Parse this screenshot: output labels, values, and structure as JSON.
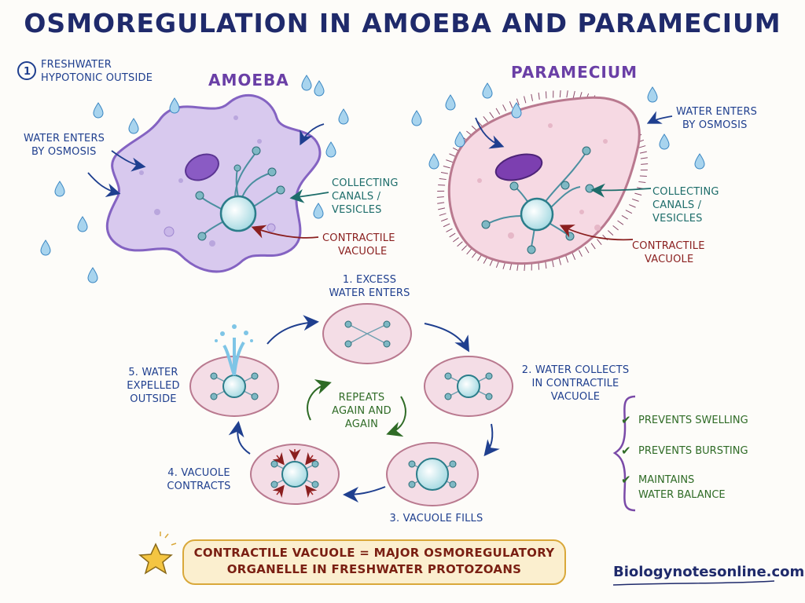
{
  "title": "OSMOREGULATION IN AMOEBA AND PARAMECIUM",
  "intro": {
    "number": "1",
    "line1": "FRESHWATER",
    "line2": "HYPOTONIC OUTSIDE"
  },
  "amoeba": {
    "name": "AMOEBA",
    "water_label": [
      "WATER ENTERS",
      "BY OSMOSIS"
    ],
    "canals_label": [
      "COLLECTING",
      "CANALS /",
      "VESICLES"
    ],
    "vacuole_label": [
      "CONTRACTILE",
      "VACUOLE"
    ]
  },
  "paramecium": {
    "name": "PARAMECIUM",
    "water_label": [
      "WATER ENTERS",
      "BY OSMOSIS"
    ],
    "canals_label": [
      "COLLECTING",
      "CANALS /",
      "VESICLES"
    ],
    "vacuole_label": [
      "CONTRACTILE",
      "VACUOLE"
    ]
  },
  "cycle": {
    "center": [
      "REPEATS",
      "AGAIN AND",
      "AGAIN"
    ],
    "steps": [
      {
        "lines": [
          "1. EXCESS",
          "WATER ENTERS"
        ]
      },
      {
        "lines": [
          "2. WATER COLLECTS",
          "IN CONTRACTILE",
          "VACUOLE"
        ]
      },
      {
        "lines": [
          "3. VACUOLE FILLS"
        ]
      },
      {
        "lines": [
          "4. VACUOLE",
          "CONTRACTS"
        ]
      },
      {
        "lines": [
          "5. WATER",
          "EXPELLED",
          "OUTSIDE"
        ]
      }
    ]
  },
  "benefits": [
    "PREVENTS SWELLING",
    "PREVENTS BURSTING",
    "MAINTAINS",
    "WATER BALANCE"
  ],
  "summary": [
    "CONTRACTILE VACUOLE = MAJOR OSMOREGULATORY",
    "ORGANELLE IN FRESHWATER PROTOZOANS"
  ],
  "website": "Biologynotesonline.com",
  "colors": {
    "navy": "#1f2a6b",
    "blue": "#1f3f8f",
    "teal": "#1d6d6a",
    "red": "#8a1f1f",
    "green": "#2f6b26",
    "purple": "#6a3fa6"
  }
}
